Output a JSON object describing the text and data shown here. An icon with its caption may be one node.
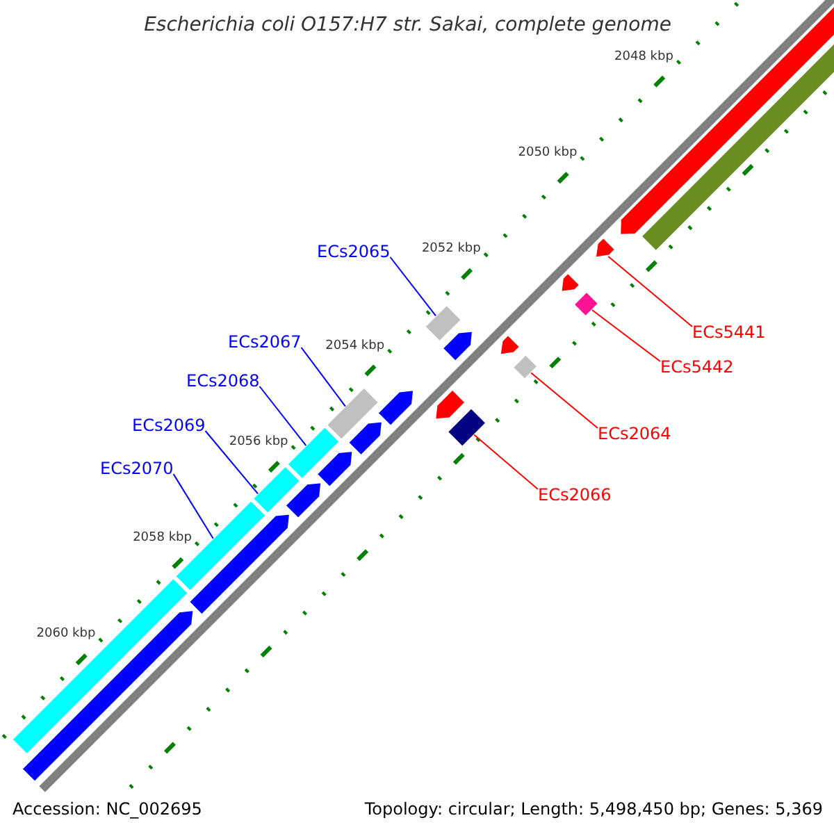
{
  "diagram": {
    "title": "Escherichia coli O157:H7 str. Sakai, complete genome",
    "nodes": [
      {
        "text": [
          "ECs2065"
        ]
      },
      {
        "text": [
          "ECs2067"
        ]
      },
      {
        "text": [
          "ECs2068"
        ]
      },
      {
        "text": [
          "ECs2069"
        ]
      },
      {
        "text": [
          "ECs2070"
        ]
      },
      {
        "text": [
          "ECs5441"
        ]
      },
      {
        "text": [
          "ECs5442"
        ]
      },
      {
        "text": [
          "ECs2064"
        ]
      },
      {
        "text": [
          "ECs2066"
        ]
      },
      {
        "text": [],
        "shape": "box"
      },
      {
        "text": [],
        "shape": "box"
      },
      {
        "text": [],
        "shape": "box"
      },
      {
        "text": [],
        "shape": "box"
      },
      {
        "text": [],
        "shape": "box"
      },
      {
        "text": [],
        "shape": "arrow"
      },
      {
        "text": [],
        "shape": "diamond"
      },
      {
        "text": [],
        "shape": "diamond"
      },
      {
        "text": [],
        "shape": "box"
      },
      {
        "text": [],
        "shape": "box"
      },
      {
        "text": [],
        "shape": "arrow"
      },
      {
        "text": [],
        "shape": "arrow"
      },
      {
        "text": [],
        "shape": "arrow"
      },
      {
        "text": [],
        "shape": "arrow"
      },
      {
        "text": [],
        "shape": "arrow"
      },
      {
        "text": [],
        "shape": "arrow"
      },
      {
        "text": [],
        "shape": "arrow"
      },
      {
        "text": [],
        "shape": "arrow"
      },
      {
        "text": [],
        "shape": "arrow"
      },
      {
        "text": [],
        "shape": "arrow"
      },
      {
        "text": [],
        "shape": "arrow"
      },
      {
        "text": [],
        "shape": "box"
      }
    ],
    "edges": [
      {
        "from": 0,
        "to": 9,
        "arrow": "none",
        "color": "#0000ff"
      },
      {
        "from": 1,
        "to": 10,
        "arrow": "none",
        "color": "#0000ff"
      },
      {
        "from": 2,
        "to": 11,
        "arrow": "none",
        "color": "#0000ff"
      },
      {
        "from": 3,
        "to": 12,
        "arrow": "none",
        "color": "#0000ff"
      },
      {
        "from": 4,
        "to": 13,
        "arrow": "none",
        "color": "#0000ff"
      },
      {
        "from": 5,
        "to": 14,
        "arrow": "none",
        "color": "#ff0000"
      },
      {
        "from": 6,
        "to": 15,
        "arrow": "none",
        "color": "#ff0000"
      },
      {
        "from": 7,
        "to": 16,
        "arrow": "none",
        "color": "#ff0000"
      },
      {
        "from": 8,
        "to": 17,
        "arrow": "none",
        "color": "#ff0000"
      }
    ],
    "labels": [
      "2048 kbp",
      "2050 kbp",
      "2052 kbp",
      "2054 kbp",
      "2056 kbp",
      "2058 kbp",
      "2060 kbp",
      "Accession: NC_002695",
      "Topology: circular; Length: 5,498,450 bp; Genes: 5,369"
    ]
  }
}
